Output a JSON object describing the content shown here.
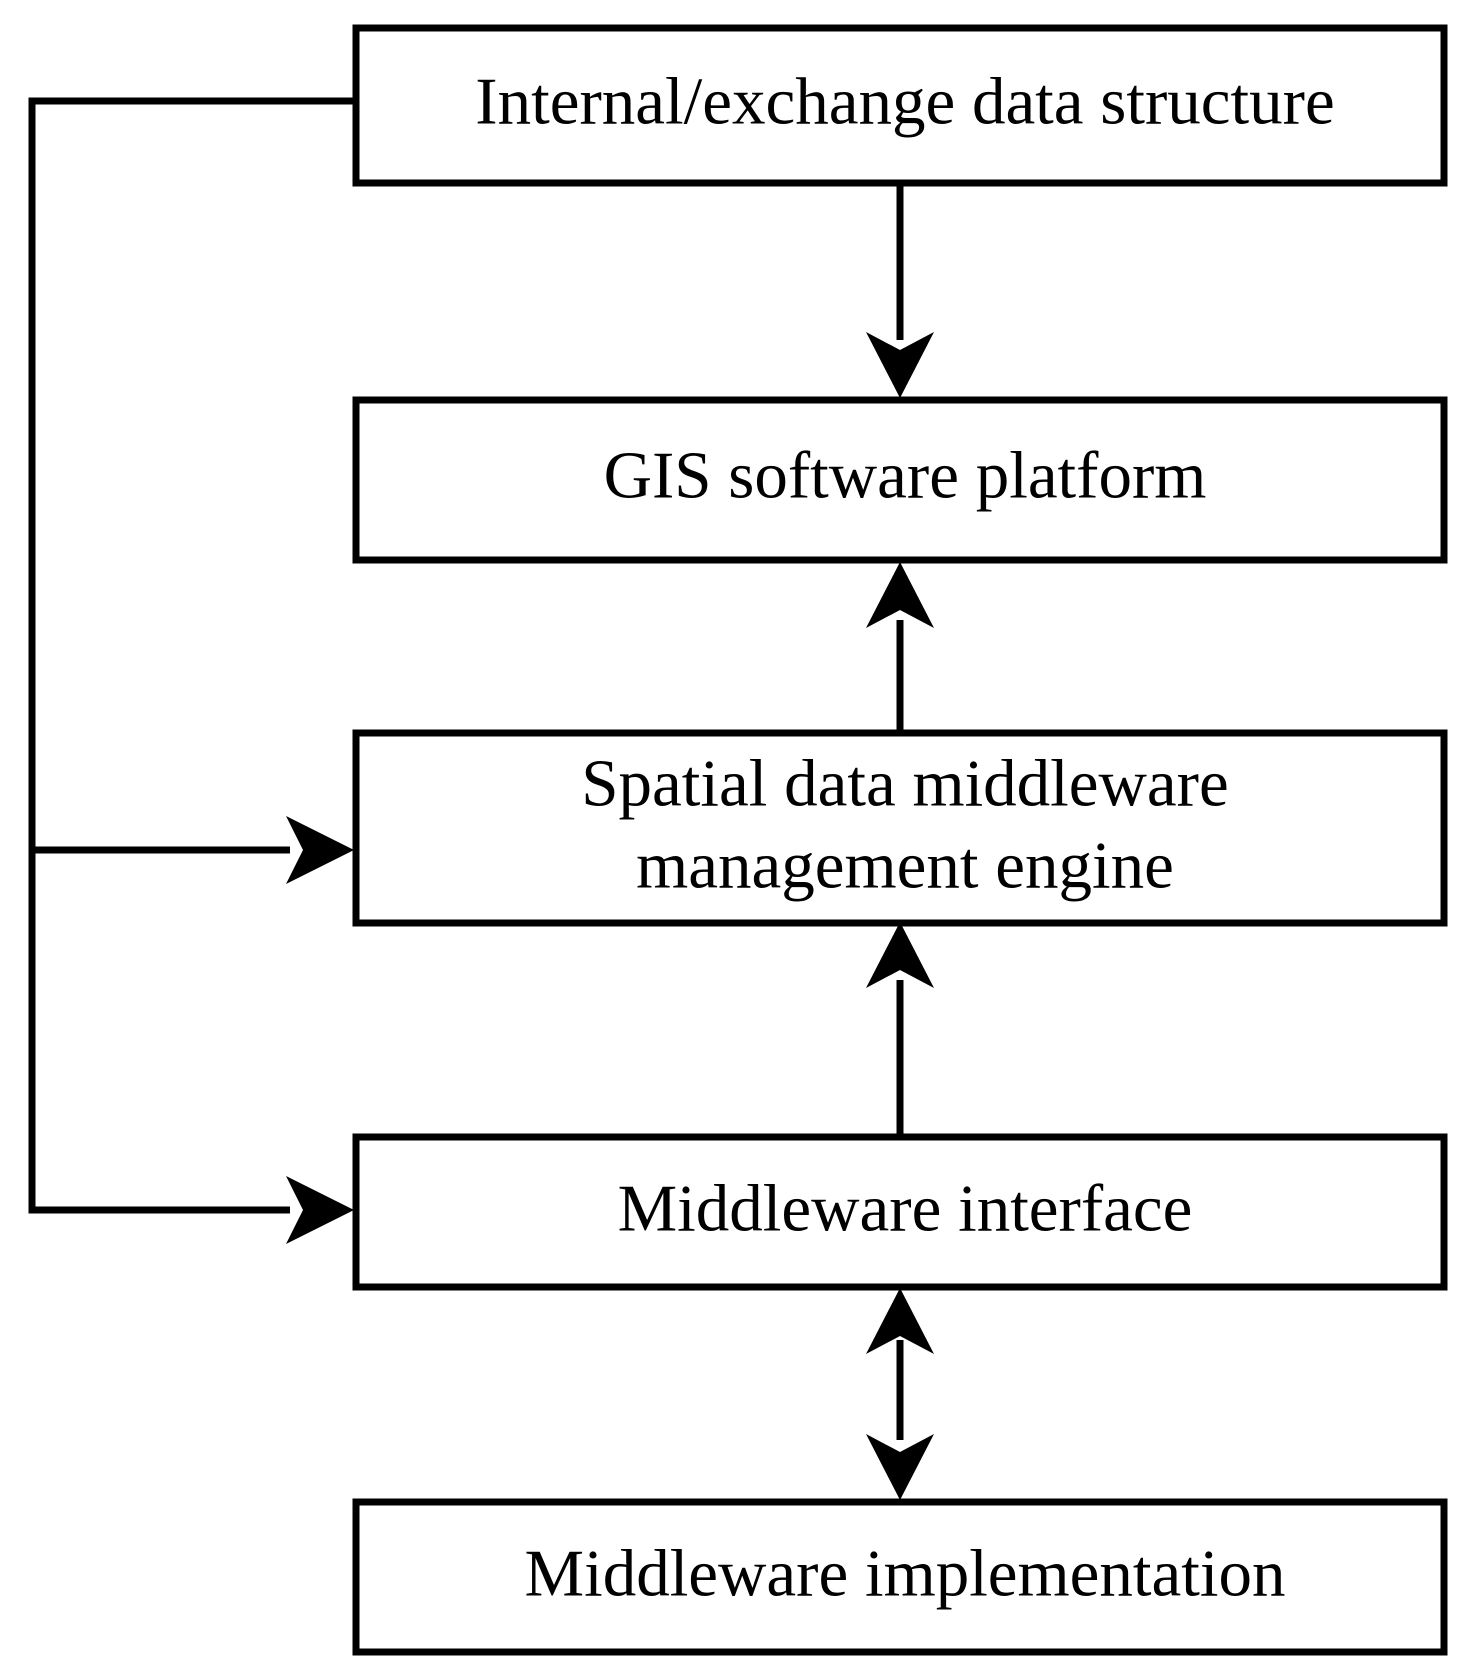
{
  "boxes": {
    "internal_exchange": {
      "label": "Internal/exchange data structure"
    },
    "gis_platform": {
      "label": "GIS software platform"
    },
    "spatial_engine": {
      "label_line1": "Spatial data middleware",
      "label_line2": "management engine"
    },
    "middleware_interface": {
      "label": "Middleware interface"
    },
    "middleware_implementation": {
      "label": "Middleware implementation"
    }
  },
  "connections": [
    {
      "from": "internal_exchange",
      "to": "gis_platform",
      "direction": "forward"
    },
    {
      "from": "spatial_engine",
      "to": "gis_platform",
      "direction": "forward"
    },
    {
      "from": "middleware_interface",
      "to": "spatial_engine",
      "direction": "forward"
    },
    {
      "from": "middleware_interface",
      "to": "middleware_implementation",
      "direction": "bidirectional"
    },
    {
      "from": "internal_exchange",
      "to": "spatial_engine",
      "direction": "forward"
    },
    {
      "from": "internal_exchange",
      "to": "middleware_interface",
      "direction": "forward"
    }
  ],
  "colors": {
    "stroke": "#000000",
    "background": "#ffffff"
  }
}
